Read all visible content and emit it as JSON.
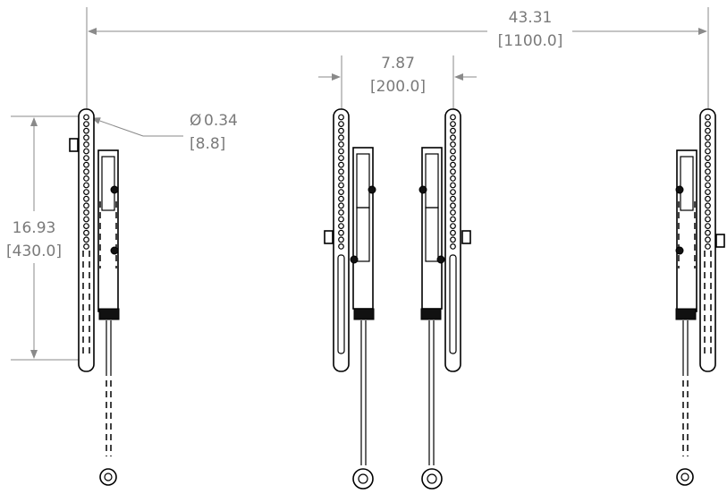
{
  "dimensions": {
    "overall_width": {
      "value": "43.31",
      "metric": "[1100.0]"
    },
    "spacing": {
      "value": "7.87",
      "metric": "[200.0]"
    },
    "hole_diameter": {
      "symbol": "Ø",
      "value": "0.34",
      "metric": "[8.8]"
    },
    "rail_height": {
      "value": "16.93",
      "metric": "[430.0]"
    }
  },
  "colors": {
    "dimension": "#7a7a7a",
    "line": "#000000",
    "background": "#ffffff"
  }
}
